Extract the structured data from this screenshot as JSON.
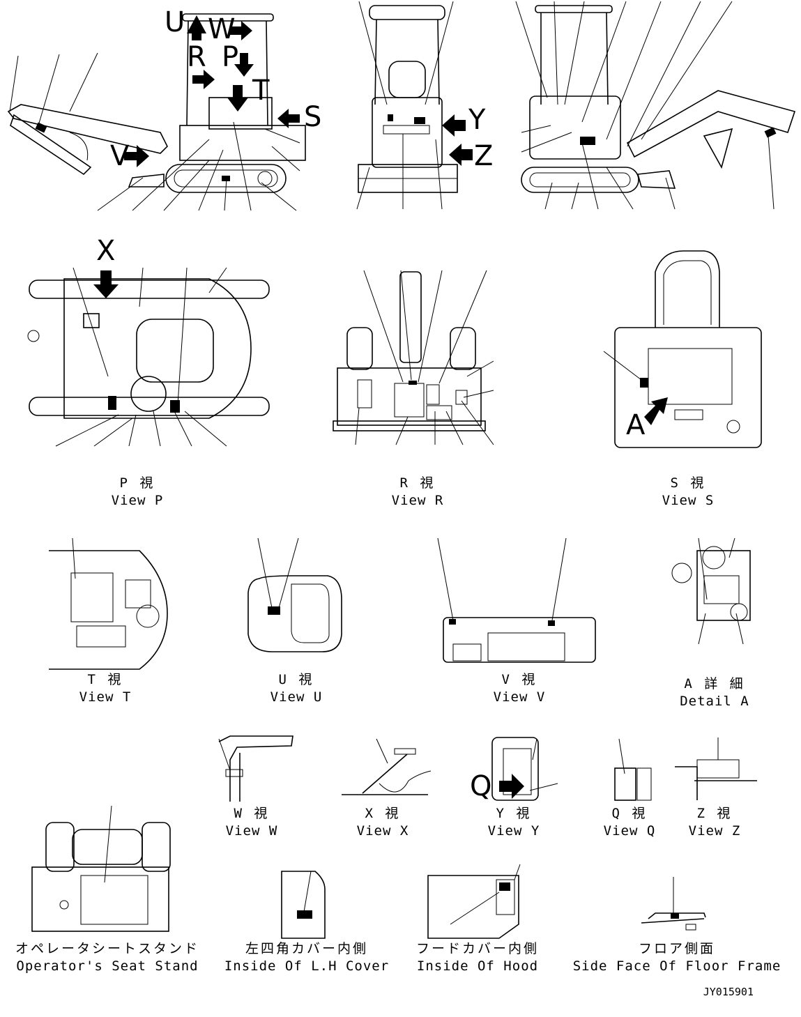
{
  "doc_number": "JY015901",
  "arrow_labels": [
    "U",
    "W",
    "R",
    "P",
    "T",
    "S",
    "V",
    "Y",
    "Z",
    "X",
    "A",
    "Q"
  ],
  "captions": {
    "view_p": {
      "jp": "P 視",
      "en": "View P"
    },
    "view_r": {
      "jp": "R 視",
      "en": "View R"
    },
    "view_s": {
      "jp": "S 視",
      "en": "View S"
    },
    "view_t": {
      "jp": "T 視",
      "en": "View T"
    },
    "view_u": {
      "jp": "U 視",
      "en": "View U"
    },
    "view_v": {
      "jp": "V 視",
      "en": "View V"
    },
    "detail_a": {
      "jp": "A 詳 細",
      "en": "Detail A"
    },
    "view_w": {
      "jp": "W 視",
      "en": "View W"
    },
    "view_x": {
      "jp": "X 視",
      "en": "View X"
    },
    "view_y": {
      "jp": "Y 視",
      "en": "View Y"
    },
    "view_q": {
      "jp": "Q 視",
      "en": "View Q"
    },
    "view_z": {
      "jp": "Z 視",
      "en": "View Z"
    },
    "seat_stand": {
      "jp": "オペレータシートスタンド",
      "en": "Operator's Seat Stand"
    },
    "lh_cover": {
      "jp": "左四角カバー内側",
      "en": "Inside Of L.H Cover"
    },
    "hood": {
      "jp": "フードカバー内側",
      "en": "Inside Of Hood"
    },
    "floor_frame": {
      "jp": "フロア側面",
      "en": "Side Face Of Floor Frame"
    }
  }
}
